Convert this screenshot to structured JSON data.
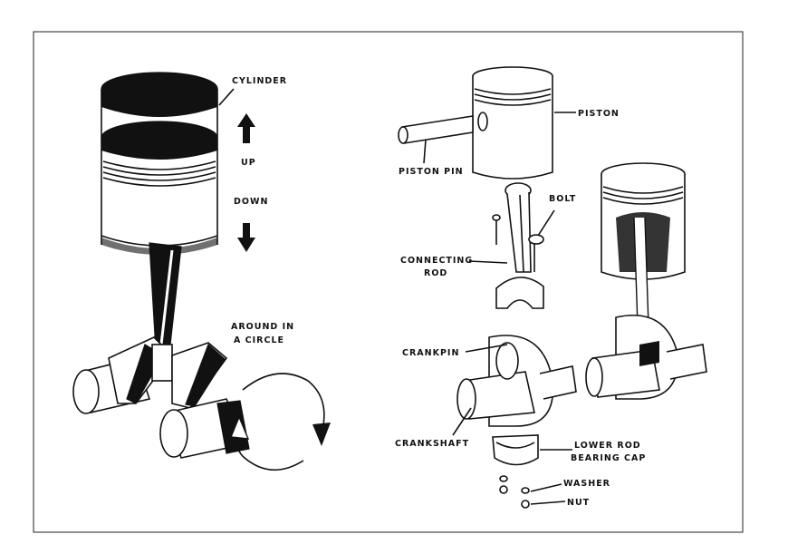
{
  "labels": {
    "cylinder": "CYLINDER",
    "up": "UP",
    "down": "DOWN",
    "around_line1": "AROUND IN",
    "around_line2": "A CIRCLE",
    "piston": "PISTON",
    "piston_pin": "PISTON PIN",
    "bolt": "BOLT",
    "connecting_rod_line1": "CONNECTING",
    "connecting_rod_line2": "ROD",
    "crankpin": "CRANKPIN",
    "crankshaft": "CRANKSHAFT",
    "lower_rod_line1": "LOWER ROD",
    "lower_rod_line2": "BEARING CAP",
    "washer": "WASHER",
    "nut": "NUT"
  },
  "colors": {
    "ink": "#111111",
    "paper": "#ffffff"
  }
}
